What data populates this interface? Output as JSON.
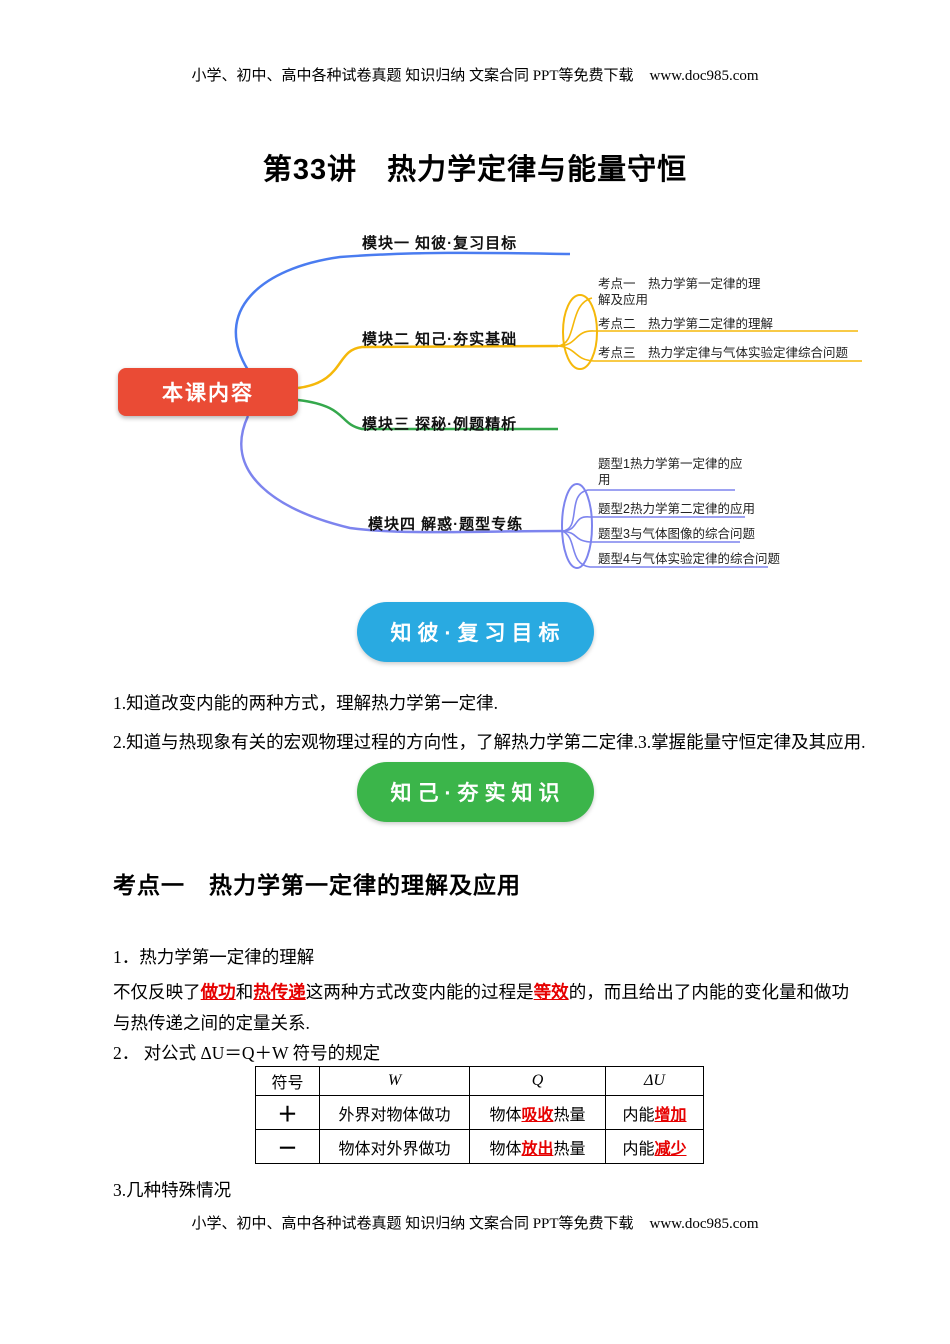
{
  "page": {
    "header_text": "小学、初中、高中各种试卷真题 知识归纳 文案合同 PPT等免费下载",
    "header_url": "www.doc985.com",
    "footer_text": "小学、初中、高中各种试卷真题 知识归纳 文案合同 PPT等免费下载",
    "footer_url": "www.doc985.com",
    "title": "第33讲　热力学定律与能量守恒"
  },
  "mindmap": {
    "root_label": "本课内容",
    "branch1": "模块一 知彼·复习目标",
    "branch2": "模块二 知己·夯实基础",
    "branch3": "模块三 探秘·例题精析",
    "branch4": "模块四 解惑·题型专练",
    "branch2_children": {
      "item1": "考点一　热力学第一定律的理解及应用",
      "item2": "考点二　热力学第二定律的理解",
      "item3": "考点三　热力学定律与气体实验定律综合问题"
    },
    "branch4_children": {
      "item1": "题型1热力学第一定律的应用",
      "item2": "题型2热力学第二定律的应用",
      "item3": "题型3与气体图像的综合问题",
      "item4": "题型4与气体实验定律的综合问题"
    },
    "colors": {
      "root_bg": "#ea4b35",
      "branch1": "#4a7cf0",
      "branch2": "#f5b80a",
      "branch3": "#35a84c",
      "branch4": "#7d84ee"
    }
  },
  "section_review": {
    "badge": "知彼·复习目标",
    "badge_color": "#29aae1",
    "line1": "1.知道改变内能的两种方式，理解热力学第一定律.",
    "line2": "2.知道与热现象有关的宏观物理过程的方向性，了解热力学第二定律.3.掌握能量守恒定律及其应用."
  },
  "section_basics": {
    "badge": "知己·夯实知识",
    "badge_color": "#3bb54a",
    "heading": "考点一　热力学第一定律的理解及应用",
    "point1_title": "1．热力学第一定律的理解",
    "point1_para": [
      {
        "t": "不仅反映了"
      },
      {
        "t": "做功",
        "hl": true
      },
      {
        "t": "和"
      },
      {
        "t": "热传递",
        "hl": true
      },
      {
        "t": "这两种方式改变内能的过程是"
      },
      {
        "t": "等效",
        "hl": true
      },
      {
        "t": "的，而且给出了内能的变化量和做功与热传递之间的定量关系."
      }
    ],
    "point2_title": "2． 对公式 ΔU＝Q＋W 符号的规定",
    "point3_title": "3.几种特殊情况"
  },
  "table": {
    "headers": [
      "符号",
      "W",
      "Q",
      "ΔU"
    ],
    "rows": [
      [
        [
          {
            "t": "＋"
          }
        ],
        [
          {
            "t": "外界对物体做功"
          }
        ],
        [
          {
            "t": "物体"
          },
          {
            "t": "吸收",
            "hl": true
          },
          {
            "t": "热量"
          }
        ],
        [
          {
            "t": "内能"
          },
          {
            "t": "增加",
            "hl": true
          }
        ]
      ],
      [
        [
          {
            "t": "－"
          }
        ],
        [
          {
            "t": "物体对外界做功"
          }
        ],
        [
          {
            "t": "物体"
          },
          {
            "t": "放出",
            "hl": true
          },
          {
            "t": "热量"
          }
        ],
        [
          {
            "t": "内能"
          },
          {
            "t": "减少",
            "hl": true
          }
        ]
      ]
    ]
  }
}
